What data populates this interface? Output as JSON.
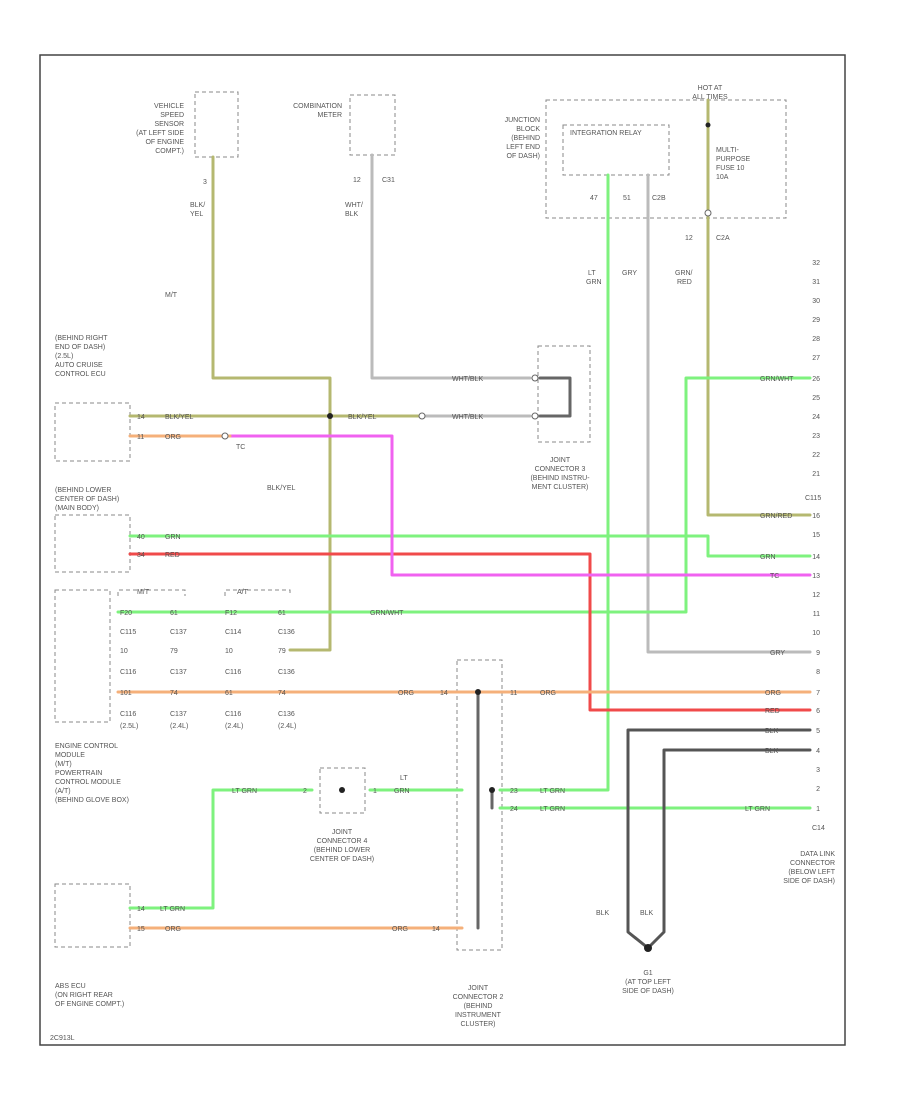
{
  "footer_code": "2C913L",
  "colors": {
    "wire_ylw": "#b5b870",
    "wire_grn": "#7ef27e",
    "wire_red": "#f04a4a",
    "wire_pink": "#f062f0",
    "wire_org": "#f5b07a",
    "wire_gry": "#bbbbbb",
    "wire_blk": "#555555",
    "frame": "#444444"
  },
  "components": {
    "speed_sensor": [
      "VEHICLE",
      "SPEED",
      "SENSOR",
      "(AT LEFT SIDE",
      "OF ENGINE",
      "COMPT.)"
    ],
    "meter": [
      "COMBINATION",
      "METER"
    ],
    "junction_block": [
      "JUNCTION",
      "BLOCK",
      "(BEHIND",
      "LEFT END",
      "OF DASH)"
    ],
    "relay_body": "INTEGRATION RELAY",
    "hot_at": [
      "HOT AT",
      "ALL TIMES"
    ],
    "fuse": [
      "MULTI-",
      "PURPOSE",
      "FUSE 10",
      "10A"
    ],
    "cruise_ecu": [
      "(BEHIND RIGHT",
      "END OF DASH)",
      "(2.5L)",
      "AUTO CRUISE",
      "CONTROL ECU"
    ],
    "lower_body": [
      "(BEHIND LOWER",
      "CENTER OF DASH)",
      "(MAIN BODY)"
    ],
    "ecm": [
      "ENGINE CONTROL",
      "MODULE",
      "(M/T)",
      "POWERTRAIN",
      "CONTROL MODULE",
      "(A/T)",
      "(BEHIND GLOVE BOX)"
    ],
    "abs_ecu": [
      "ABS ECU",
      "(ON RIGHT REAR",
      "OF ENGINE COMPT.)"
    ],
    "joint3": [
      "JOINT",
      "CONNECTOR 3",
      "(BEHIND INSTRU-",
      "MENT CLUSTER)"
    ],
    "joint4": [
      "JOINT",
      "CONNECTOR 4",
      "(BEHIND LOWER",
      "CENTER OF DASH)"
    ],
    "joint2": [
      "JOINT",
      "CONNECTOR 2",
      "(BEHIND",
      "INSTRUMENT",
      "CLUSTER)"
    ],
    "dlc": [
      "DATA LINK",
      "CONNECTOR",
      "(BELOW LEFT",
      "SIDE OF DASH)"
    ],
    "ground": [
      "G1",
      "(AT TOP LEFT",
      "SIDE OF DASH)"
    ]
  },
  "labels": {
    "speed_pin": "3",
    "speed_wire": [
      "BLK/",
      "YEL"
    ],
    "mt": "M/T",
    "meter_pins": [
      "12",
      "C31"
    ],
    "meter_wire": [
      "WHT/",
      "BLK"
    ],
    "jb_pins": [
      "47",
      "51",
      "C2B"
    ],
    "fuse_pins": [
      "12",
      "C2A"
    ],
    "ltgrn": [
      "LT",
      "GRN"
    ],
    "gry_v": "GRY",
    "grn_red_v": [
      "GRN/",
      "RED"
    ],
    "whtblk": "WHT/BLK",
    "cruise_p1": [
      "14",
      "BLK/YEL"
    ],
    "cruise_p2": [
      "11",
      "ORG"
    ],
    "jct_blkyel": "BLK/YEL",
    "cruise_out": "TC",
    "center_blkyel": "BLK/YEL",
    "body_p1": [
      "40",
      "GRN"
    ],
    "body_p2": [
      "34",
      "RED"
    ],
    "grnwht": "GRN/WHT",
    "mt_hdr": "M/T",
    "at_hdr": "A/T",
    "ecm_r1": [
      "F20",
      "61",
      "F12",
      "61"
    ],
    "ecm_c1": [
      "C115",
      "C137",
      "C114",
      "C136"
    ],
    "ecm_r2": [
      "10",
      "79",
      "10",
      "79"
    ],
    "ecm_c2": [
      "C116",
      "C137",
      "C116",
      "C136"
    ],
    "ecm_r3": [
      "101",
      "74",
      "61",
      "74"
    ],
    "ecm_c3": [
      "C116",
      "C137",
      "C116",
      "C136"
    ],
    "ecm_s3": [
      "(2.5L)",
      "(2.4L)",
      "(2.4L)",
      "(2.4L)"
    ],
    "org_lbl": "ORG",
    "j2_pins": [
      "14",
      "11"
    ],
    "ltgrn_h": "LT GRN",
    "lt_v": [
      "LT",
      "GRN"
    ],
    "j4_pins": [
      "2",
      "1"
    ],
    "j2_lower": [
      "23",
      "24"
    ],
    "abs_p1": [
      "14",
      "LT GRN"
    ],
    "abs_p2": [
      "15",
      "ORG"
    ],
    "abs_org_right": [
      "ORG",
      "14"
    ],
    "blk": [
      "BLK",
      "BLK"
    ],
    "c115": "C115",
    "c14": "C14",
    "dlc_pins": [
      "32",
      "31",
      "30",
      "29",
      "28",
      "27",
      "26",
      "25",
      "24",
      "23",
      "22",
      "21",
      "16",
      "15",
      "14",
      "13",
      "12",
      "11",
      "10",
      "9",
      "8",
      "7",
      "6",
      "5",
      "4",
      "3",
      "2",
      "1"
    ],
    "dlc_wires": {
      "grnwht_26": "GRN/WHT",
      "grnred_16": "GRN/RED",
      "grn_14": "GRN",
      "tc_13": "TC",
      "gry_9": "GRY",
      "org_7": "ORG",
      "red_6": "RED",
      "blk_5": "BLK",
      "blk_4": "BLK",
      "ltgrn_1": "LT GRN"
    }
  }
}
